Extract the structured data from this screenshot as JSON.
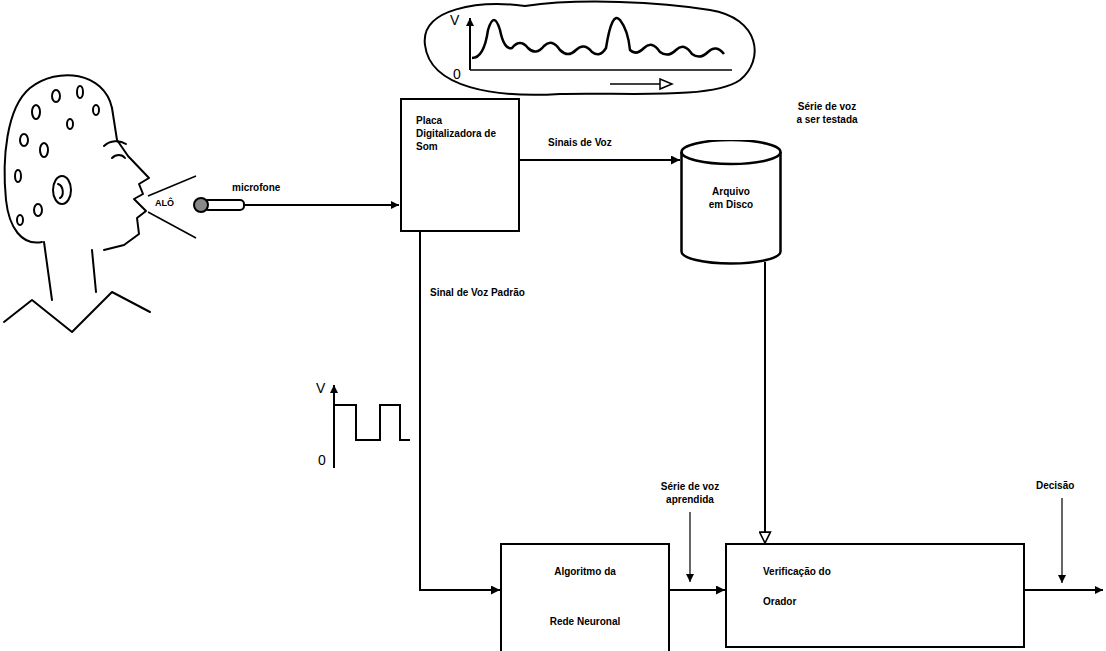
{
  "diagram": {
    "nodes": [
      {
        "text": [
          "Placa Digitalizadora de Som"
        ]
      },
      {
        "text": [
          "Arquivo em Disco"
        ]
      },
      {
        "text": [
          "Algoritmo da Rede Neuronal"
        ]
      },
      {
        "text": [
          "Verificação do Orador"
        ]
      }
    ],
    "edges": [
      {
        "from": 0,
        "to": 1,
        "arrow": "to",
        "label": "Sinais de Voz"
      },
      {
        "from": 1,
        "to": 3,
        "arrow": "to",
        "label": "Série de voz a ser testada"
      },
      {
        "from": 0,
        "to": 2,
        "arrow": "to",
        "label": "Sinal de Voz Padrão"
      },
      {
        "from": 2,
        "to": 3,
        "arrow": "to",
        "label": "Série de voz aprendida"
      }
    ],
    "labels": [
      "ALÔ",
      "microfone",
      "V",
      "0",
      "V",
      "0",
      "Decisão"
    ]
  }
}
